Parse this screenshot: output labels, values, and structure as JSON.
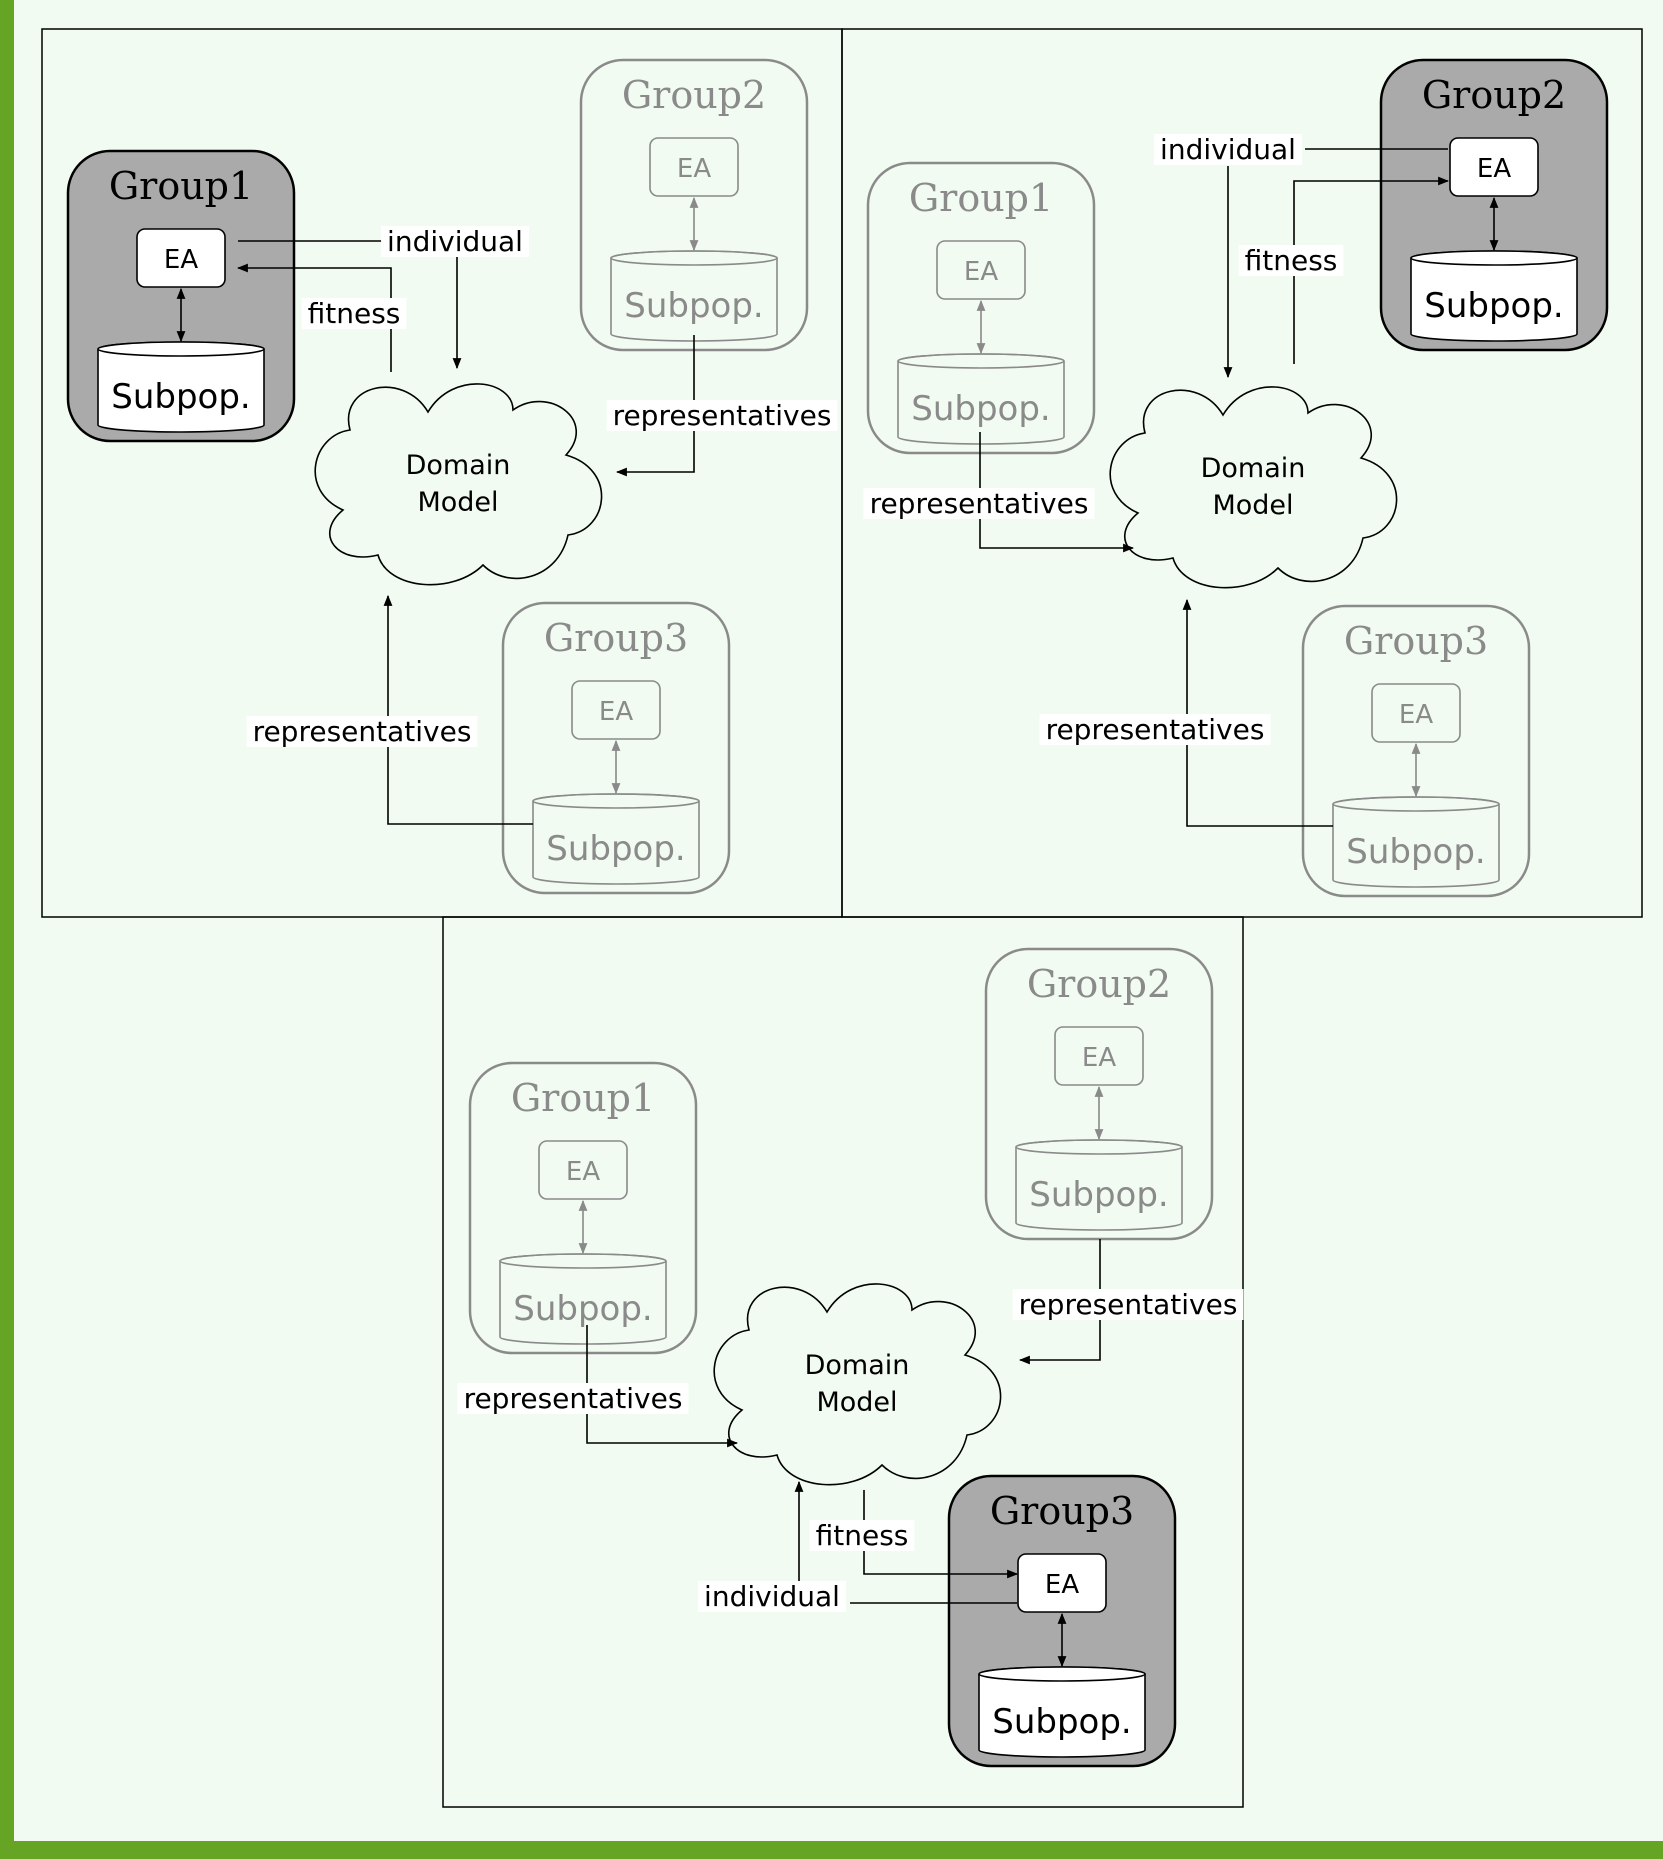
{
  "colors": {
    "frame_green": "#65a523",
    "background": "#f1fbf1",
    "active_fill": "#aaaaaa",
    "active_stroke": "#000000",
    "inactive_stroke": "#8a8a8a",
    "inactive_text": "#8a8a8a"
  },
  "labels": {
    "domain_model_line1": "Domain",
    "domain_model_line2": "Model",
    "ea": "EA",
    "subpop": "Subpop.",
    "individual": "individual",
    "fitness": "fitness",
    "representatives": "representatives"
  },
  "panels": [
    {
      "id": "panel-1",
      "active_group": "Group1",
      "groups": [
        {
          "name": "Group1",
          "active": true
        },
        {
          "name": "Group2",
          "active": false
        },
        {
          "name": "Group3",
          "active": false
        }
      ]
    },
    {
      "id": "panel-2",
      "active_group": "Group2",
      "groups": [
        {
          "name": "Group1",
          "active": false
        },
        {
          "name": "Group2",
          "active": true
        },
        {
          "name": "Group3",
          "active": false
        }
      ]
    },
    {
      "id": "panel-3",
      "active_group": "Group3",
      "groups": [
        {
          "name": "Group1",
          "active": false
        },
        {
          "name": "Group2",
          "active": false
        },
        {
          "name": "Group3",
          "active": true
        }
      ]
    }
  ]
}
